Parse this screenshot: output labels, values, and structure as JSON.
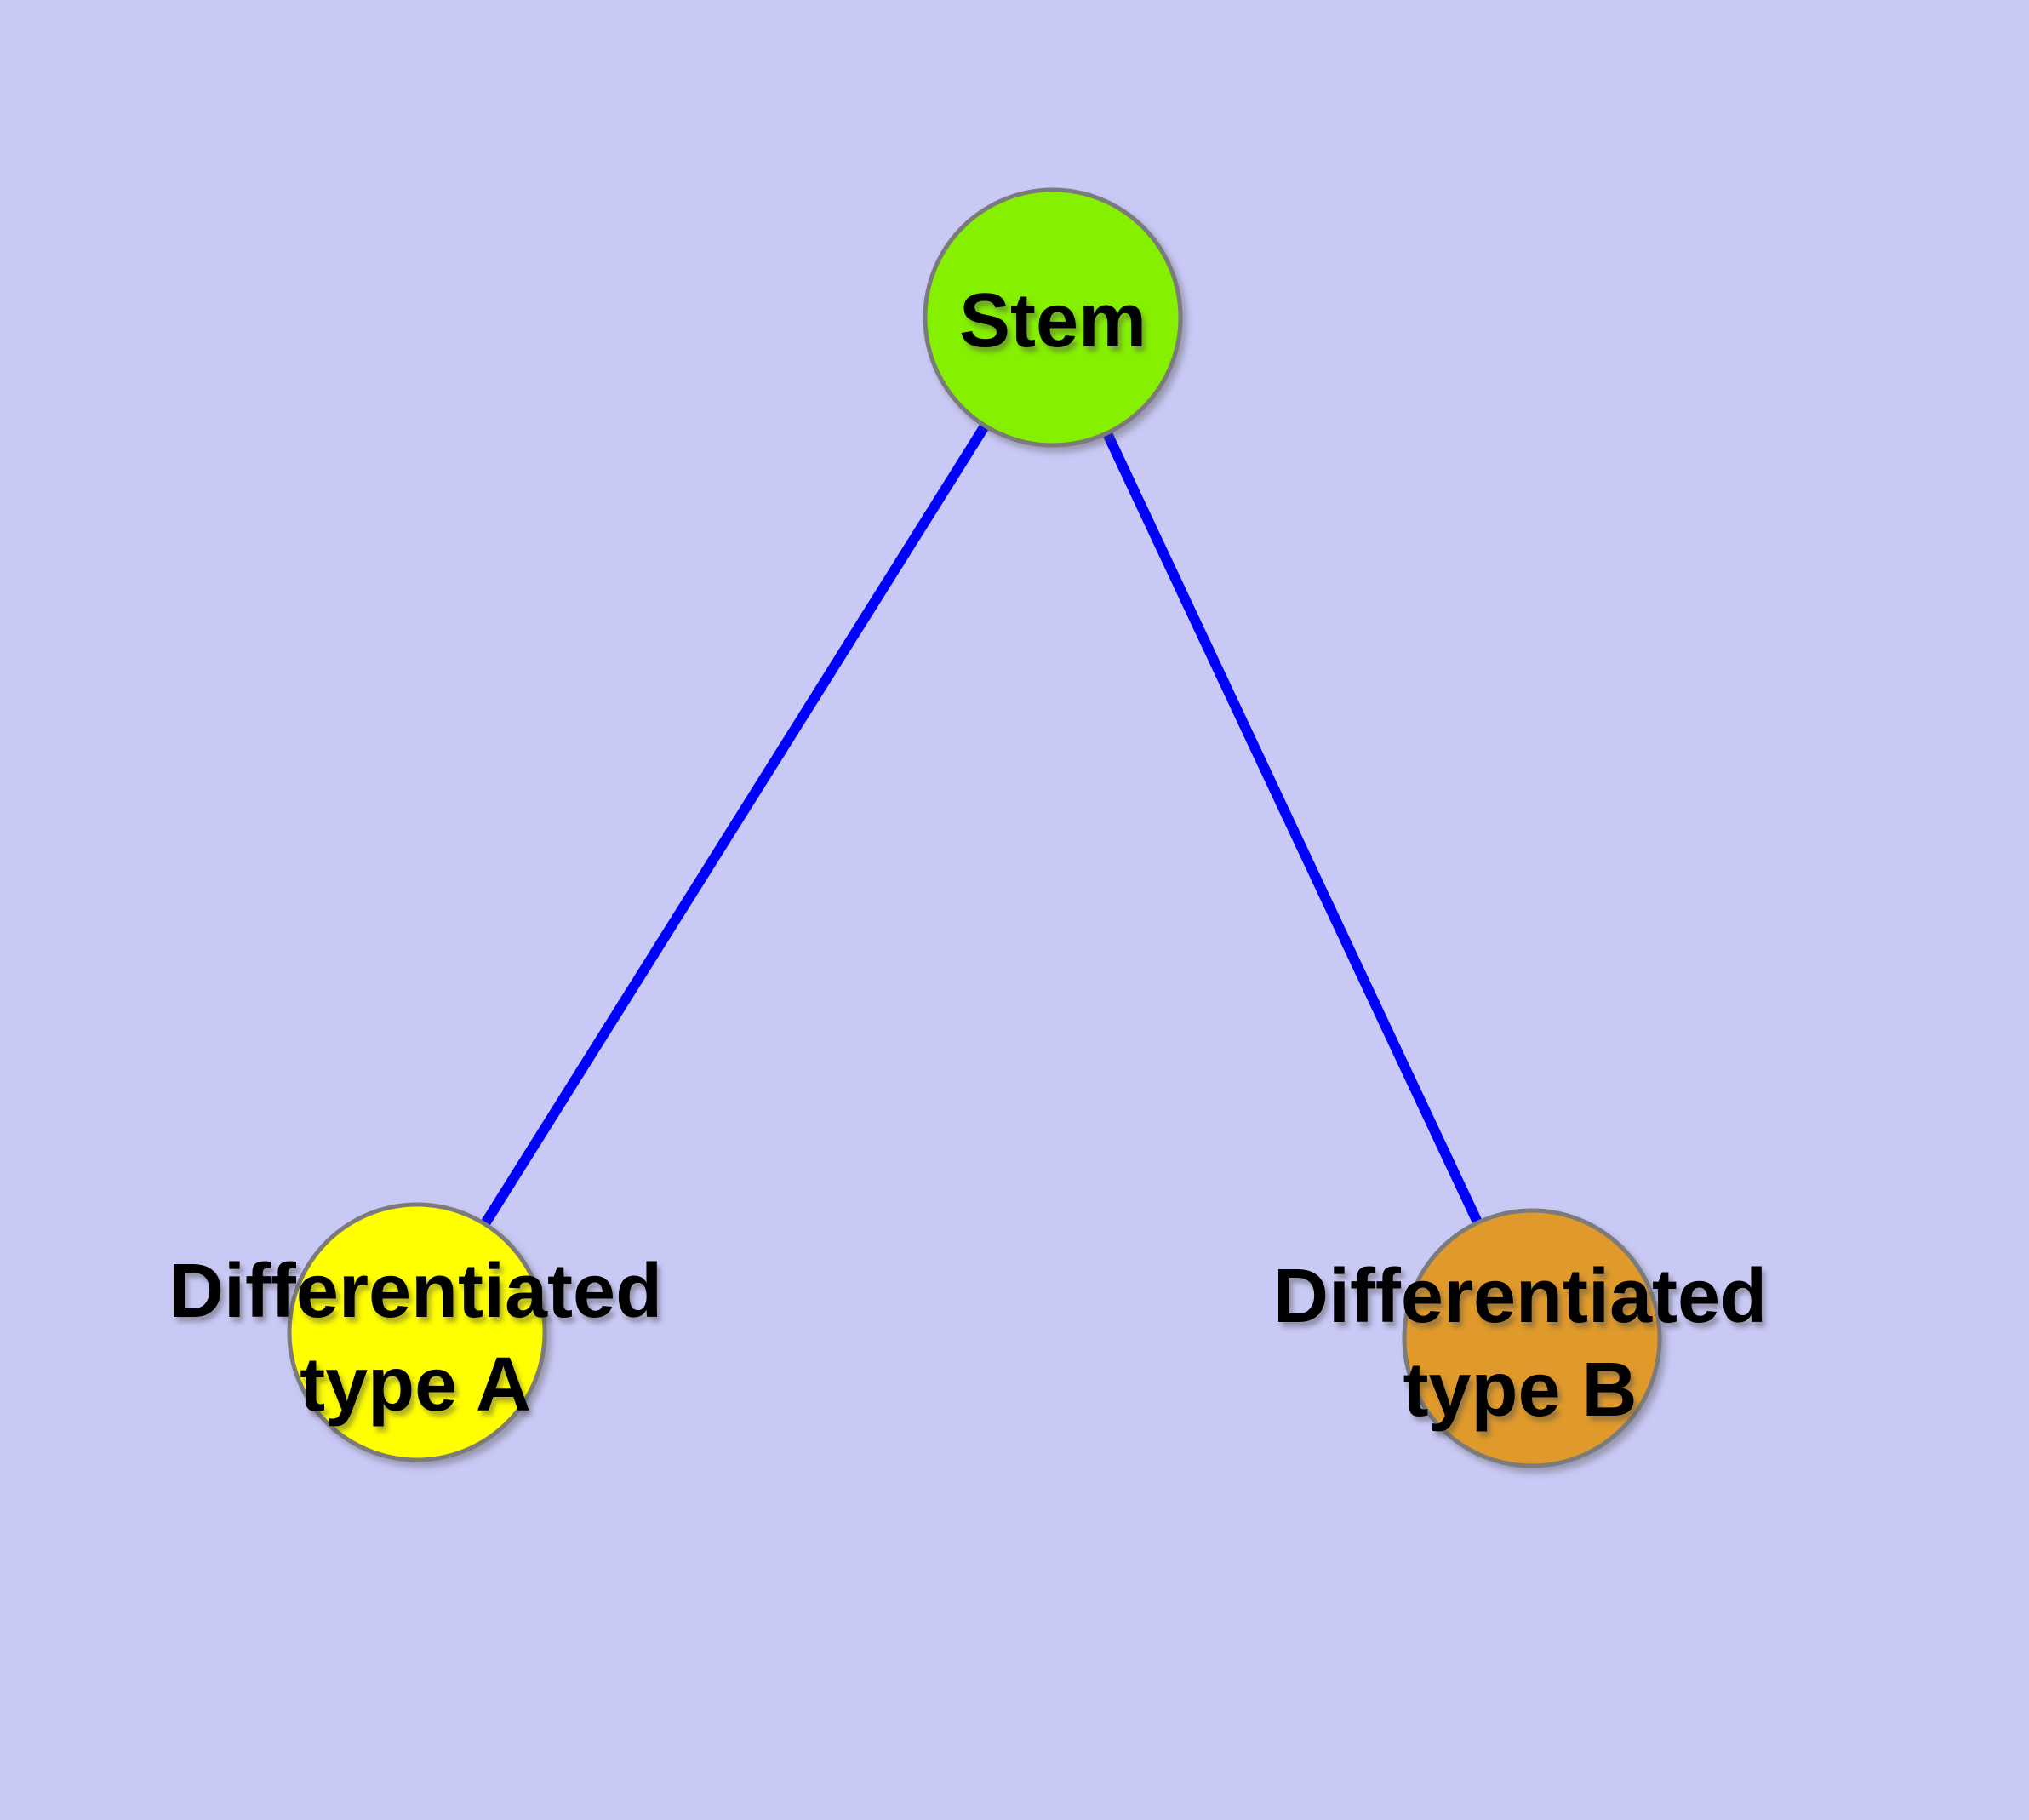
{
  "diagram": {
    "background_color": "#C9C9F6",
    "edge_color": "#0000FF",
    "node_border_color": "#7B7B7B",
    "text_color": "#000000",
    "nodes": [
      {
        "id": "stem",
        "label": "Stem",
        "color": "#85F100"
      },
      {
        "id": "typeA",
        "label_line1": "Differentiated",
        "label_line2": "type A",
        "color": "#FFFF00"
      },
      {
        "id": "typeB",
        "label_line1": "Differentiated",
        "label_line2": "type B",
        "color": "#E09A2B"
      }
    ],
    "edges": [
      {
        "from": "Stem",
        "to": "Differentiated type A"
      },
      {
        "from": "Stem",
        "to": "Differentiated type B"
      }
    ]
  }
}
